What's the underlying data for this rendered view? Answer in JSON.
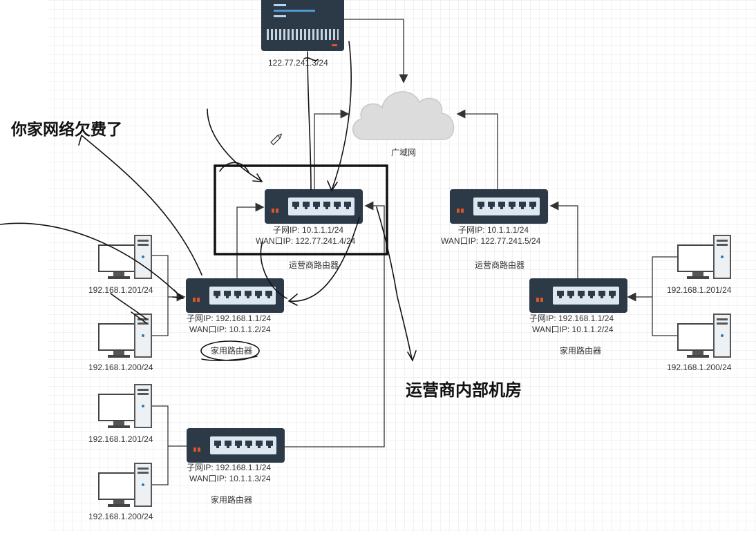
{
  "server": {
    "ip": "122.77.241.3/24"
  },
  "cloud": {
    "label": "广域网"
  },
  "isp_left": {
    "subnet": "子网IP:   10.1.1.1/24",
    "wan": "WAN口IP:  122.77.241.4/24",
    "label": "运营商路由器"
  },
  "isp_right": {
    "subnet": "子网IP:   10.1.1.1/24",
    "wan": "WAN口IP:  122.77.241.5/24",
    "label": "运营商路由器"
  },
  "home_left_1": {
    "subnet": "子网IP:   192.168.1.1/24",
    "wan": "WAN口IP:  10.1.1.2/24",
    "label": "家用路由器"
  },
  "home_left_2": {
    "subnet": "子网IP:   192.168.1.1/24",
    "wan": "WAN口IP:  10.1.1.3/24",
    "label": "家用路由器"
  },
  "home_right": {
    "subnet": "子网IP:   192.168.1.1/24",
    "wan": "WAN口IP:  10.1.1.2/24",
    "label": "家用路由器"
  },
  "pcs": {
    "left_1_a": "192.168.1.201/24",
    "left_1_b": "192.168.1.200/24",
    "left_2_a": "192.168.1.201/24",
    "left_2_b": "192.168.1.200/24",
    "right_a": "192.168.1.201/24",
    "right_b": "192.168.1.200/24"
  },
  "annotations": {
    "note_unpaid": "你家网络欠费了",
    "note_isp_room": "运营商内部机房"
  }
}
